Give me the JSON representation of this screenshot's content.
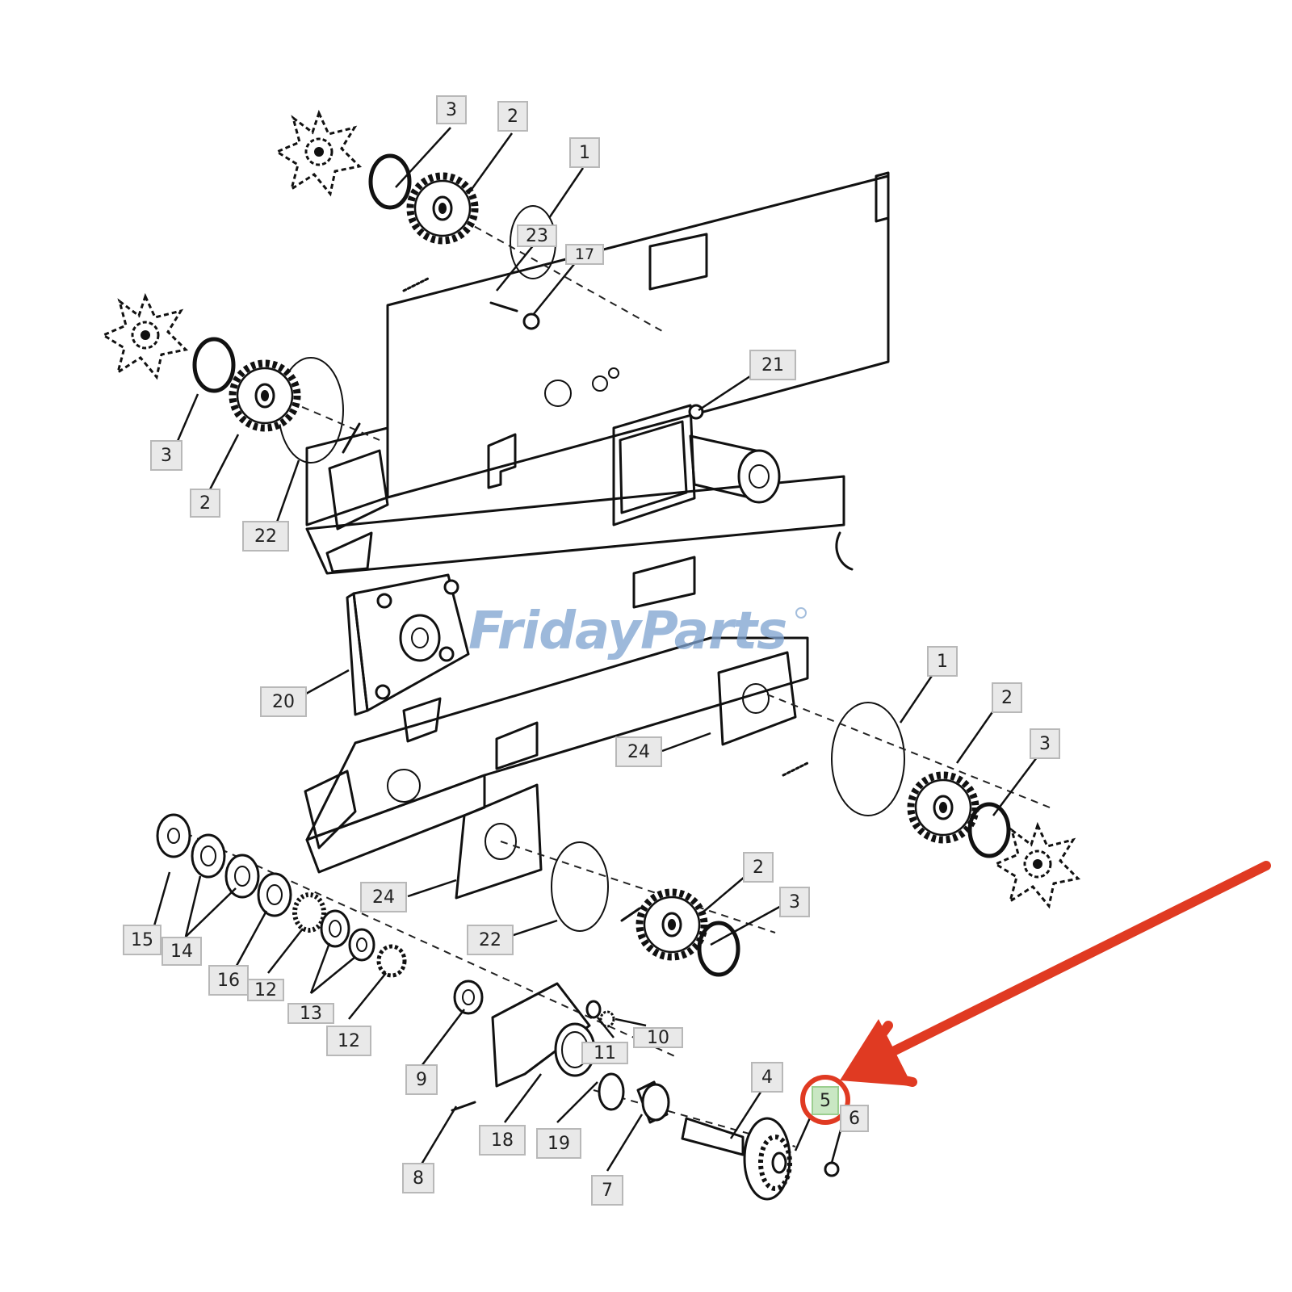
{
  "watermark": {
    "text": "FridayParts"
  },
  "colors": {
    "callout_red": "#e03a22",
    "label_bg": "#e9e9e9",
    "label_highlight_bg": "#c9e7c3",
    "watermark_blue": "#7da2cf"
  },
  "callouts": [
    {
      "id": "c-3a",
      "text": "3"
    },
    {
      "id": "c-2a",
      "text": "2"
    },
    {
      "id": "c-1a",
      "text": "1"
    },
    {
      "id": "c-23",
      "text": "23"
    },
    {
      "id": "c-17",
      "text": "17"
    },
    {
      "id": "c-21",
      "text": "21"
    },
    {
      "id": "c-3b",
      "text": "3"
    },
    {
      "id": "c-2b",
      "text": "2"
    },
    {
      "id": "c-22a",
      "text": "22"
    },
    {
      "id": "c-20",
      "text": "20"
    },
    {
      "id": "c-1b",
      "text": "1"
    },
    {
      "id": "c-2c",
      "text": "2"
    },
    {
      "id": "c-3c",
      "text": "3"
    },
    {
      "id": "c-24a",
      "text": "24"
    },
    {
      "id": "c-24b",
      "text": "24"
    },
    {
      "id": "c-2d",
      "text": "2"
    },
    {
      "id": "c-3d",
      "text": "3"
    },
    {
      "id": "c-22b",
      "text": "22"
    },
    {
      "id": "c-15",
      "text": "15"
    },
    {
      "id": "c-14",
      "text": "14"
    },
    {
      "id": "c-16",
      "text": "16"
    },
    {
      "id": "c-12a",
      "text": "12"
    },
    {
      "id": "c-13",
      "text": "13"
    },
    {
      "id": "c-12b",
      "text": "12"
    },
    {
      "id": "c-10",
      "text": "10"
    },
    {
      "id": "c-11",
      "text": "11"
    },
    {
      "id": "c-9",
      "text": "9"
    },
    {
      "id": "c-4",
      "text": "4"
    },
    {
      "id": "c-5",
      "text": "5",
      "highlighted": true
    },
    {
      "id": "c-6",
      "text": "6"
    },
    {
      "id": "c-8",
      "text": "8"
    },
    {
      "id": "c-18",
      "text": "18"
    },
    {
      "id": "c-19",
      "text": "19"
    },
    {
      "id": "c-7",
      "text": "7"
    }
  ]
}
